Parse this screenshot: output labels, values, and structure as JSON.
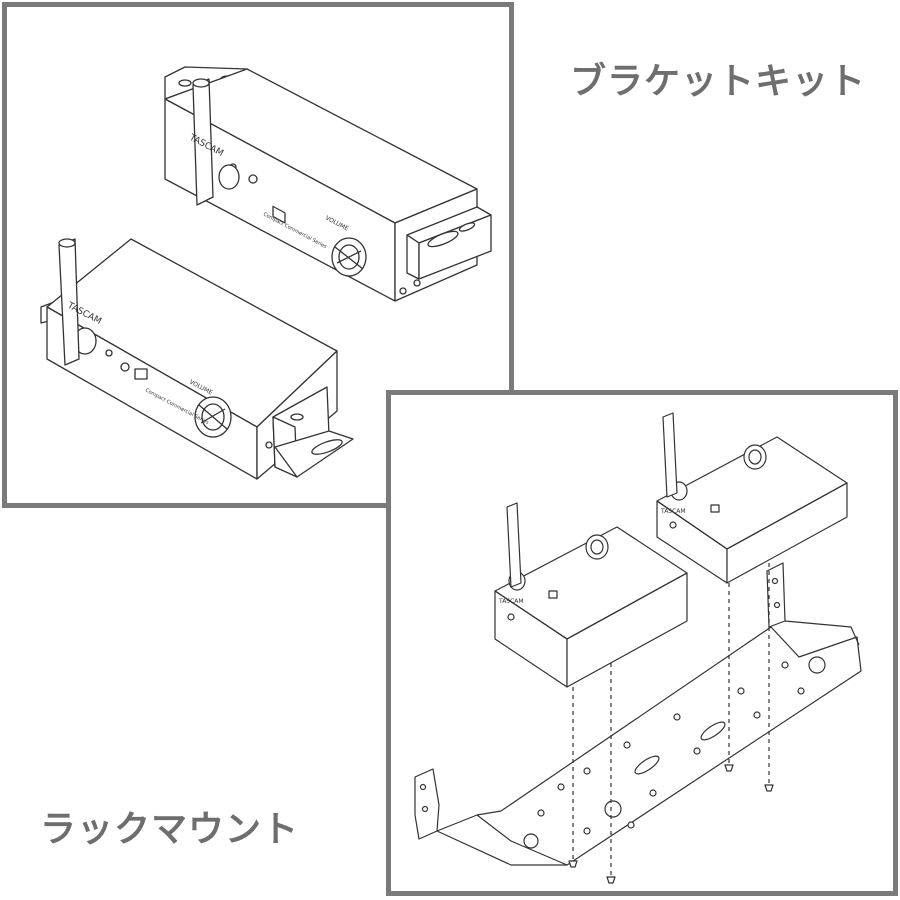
{
  "captions": {
    "bracket_kit": "ブラケットキット",
    "rack_mount": "ラックマウント"
  },
  "device_labels": {
    "brand": "TASCAM",
    "volume": "VOLUME",
    "model_line": "Compact Commercial Series"
  },
  "colors": {
    "frame": "#7a7a7a",
    "caption": "#6e6e6e",
    "line": "#333333"
  }
}
